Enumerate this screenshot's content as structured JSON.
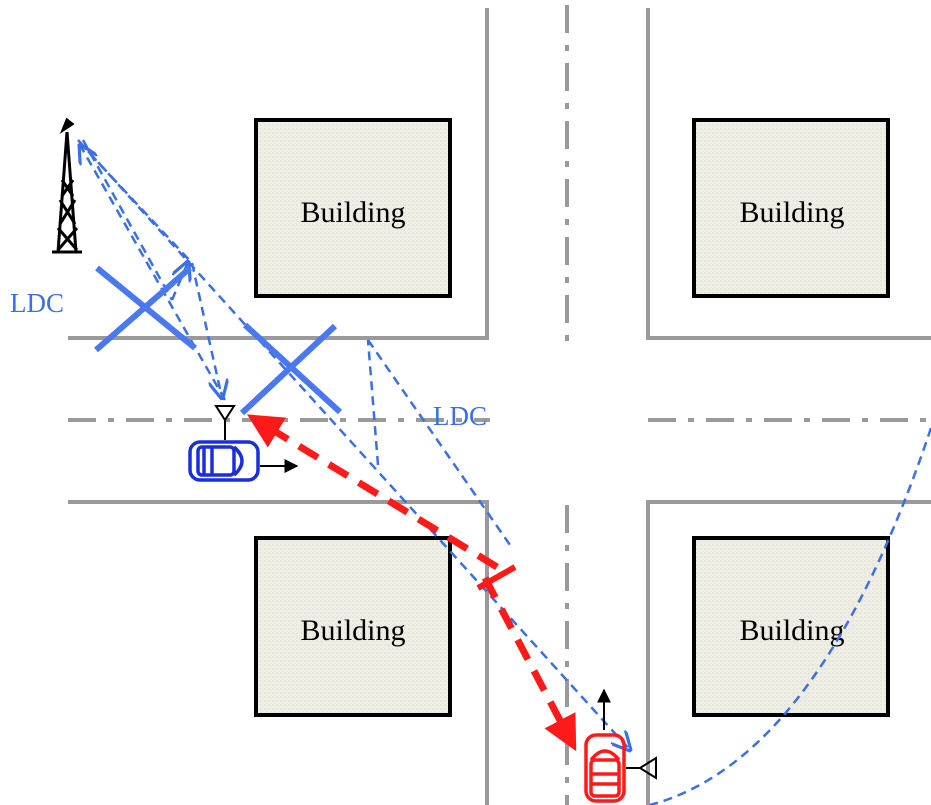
{
  "buildings": [
    {
      "label": "Building"
    },
    {
      "label": "Building"
    },
    {
      "label": "Building"
    },
    {
      "label": "Building"
    }
  ],
  "ldc_labels": [
    {
      "label": "LDC"
    },
    {
      "label": "LDC"
    }
  ],
  "colors": {
    "road_edge": "#9a9a9a",
    "center_line": "#9a9a9a",
    "building_fill": "#efeee4",
    "building_stroke": "#000000",
    "ldc_blue": "#3b6fe8",
    "blocked_marker": "#4a78f0",
    "red_path": "#ff1a1a",
    "blue_car": "#1a2ee0",
    "red_car": "#ff1a1a",
    "tower": "#000000"
  },
  "icons": {
    "tower": "radio-tower-icon",
    "blue_car": "car-icon",
    "red_car": "car-icon",
    "antenna": "antenna-icon"
  }
}
